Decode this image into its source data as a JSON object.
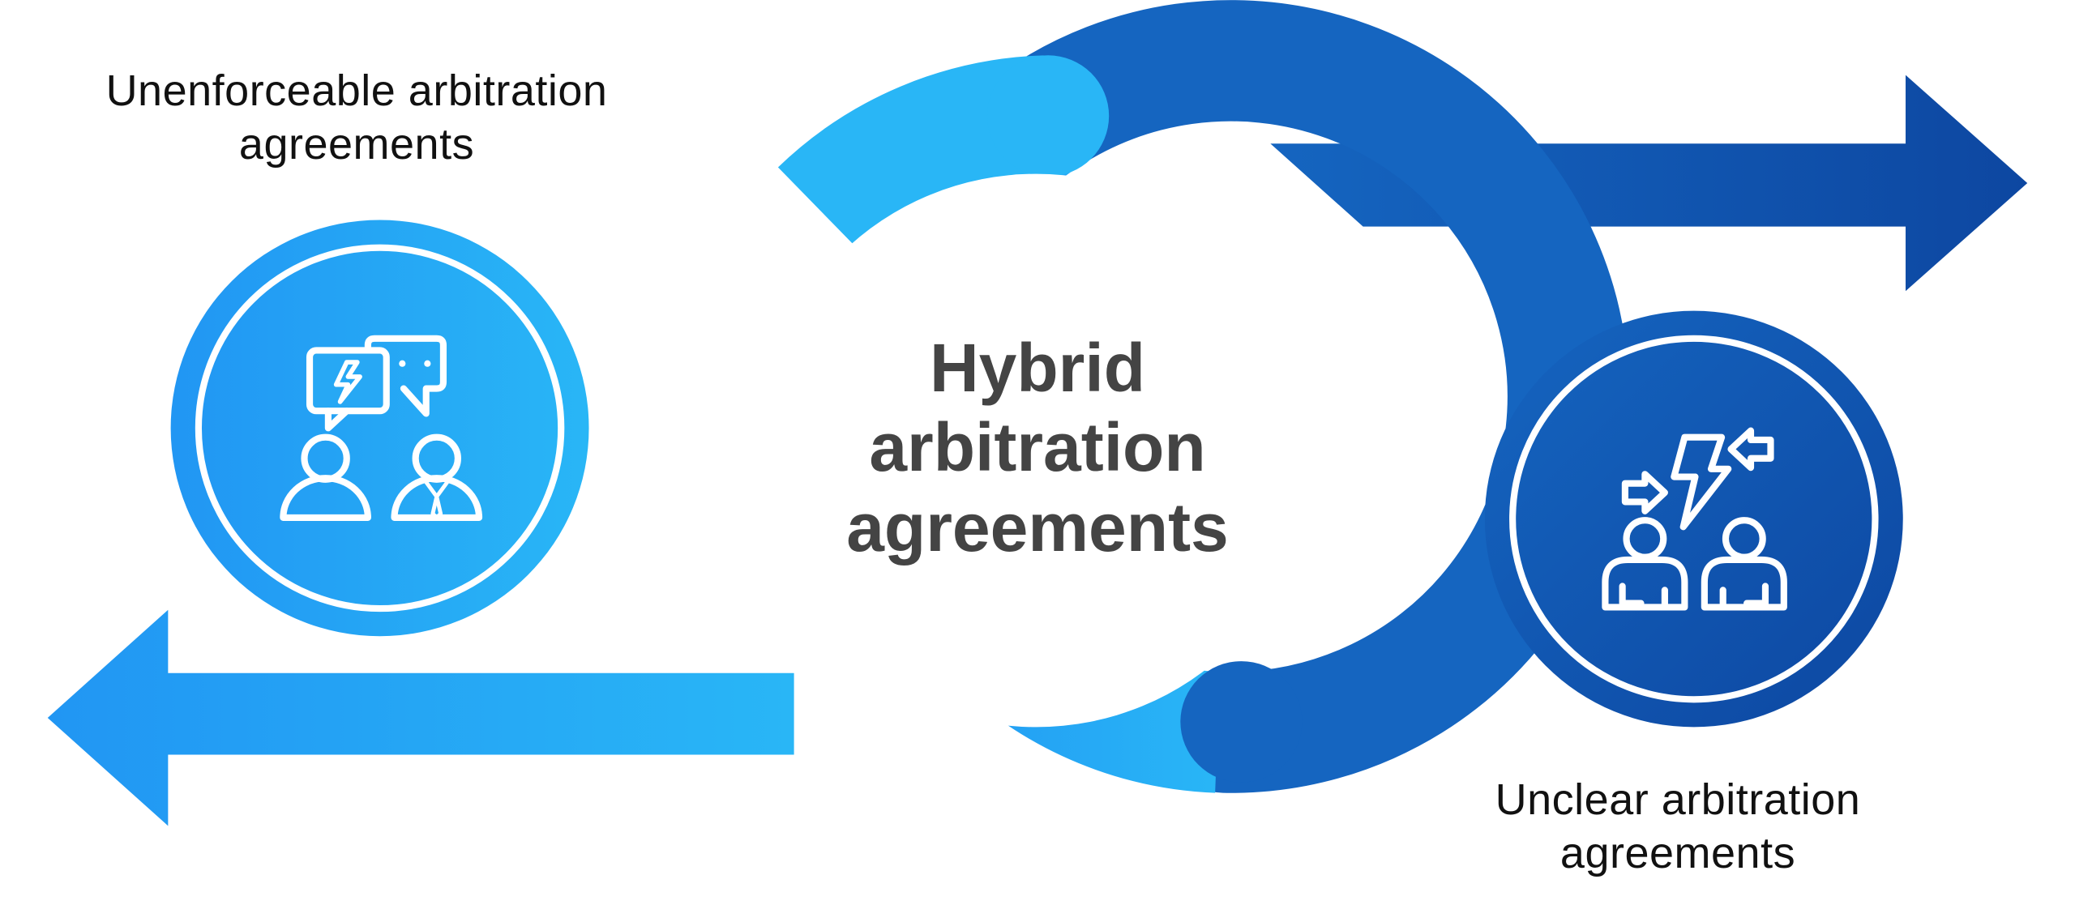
{
  "diagram": {
    "center": {
      "line1": "Hybrid",
      "line2": "arbitration",
      "line3": "agreements"
    },
    "left_item": {
      "line1": "Unenforceable arbitration",
      "line2": "agreements",
      "icon": "dispute-conversation-icon"
    },
    "right_item": {
      "line1": "Unclear arbitration",
      "line2": "agreements",
      "icon": "conflict-people-icon"
    }
  },
  "colors": {
    "light_blue_start": "#2196F3",
    "light_blue_end": "#29B6F6",
    "dark_blue_start": "#1565C0",
    "dark_blue_end": "#0D47A1",
    "title_text": "#444444",
    "label_text": "#111111",
    "background": "#FFFFFF"
  }
}
